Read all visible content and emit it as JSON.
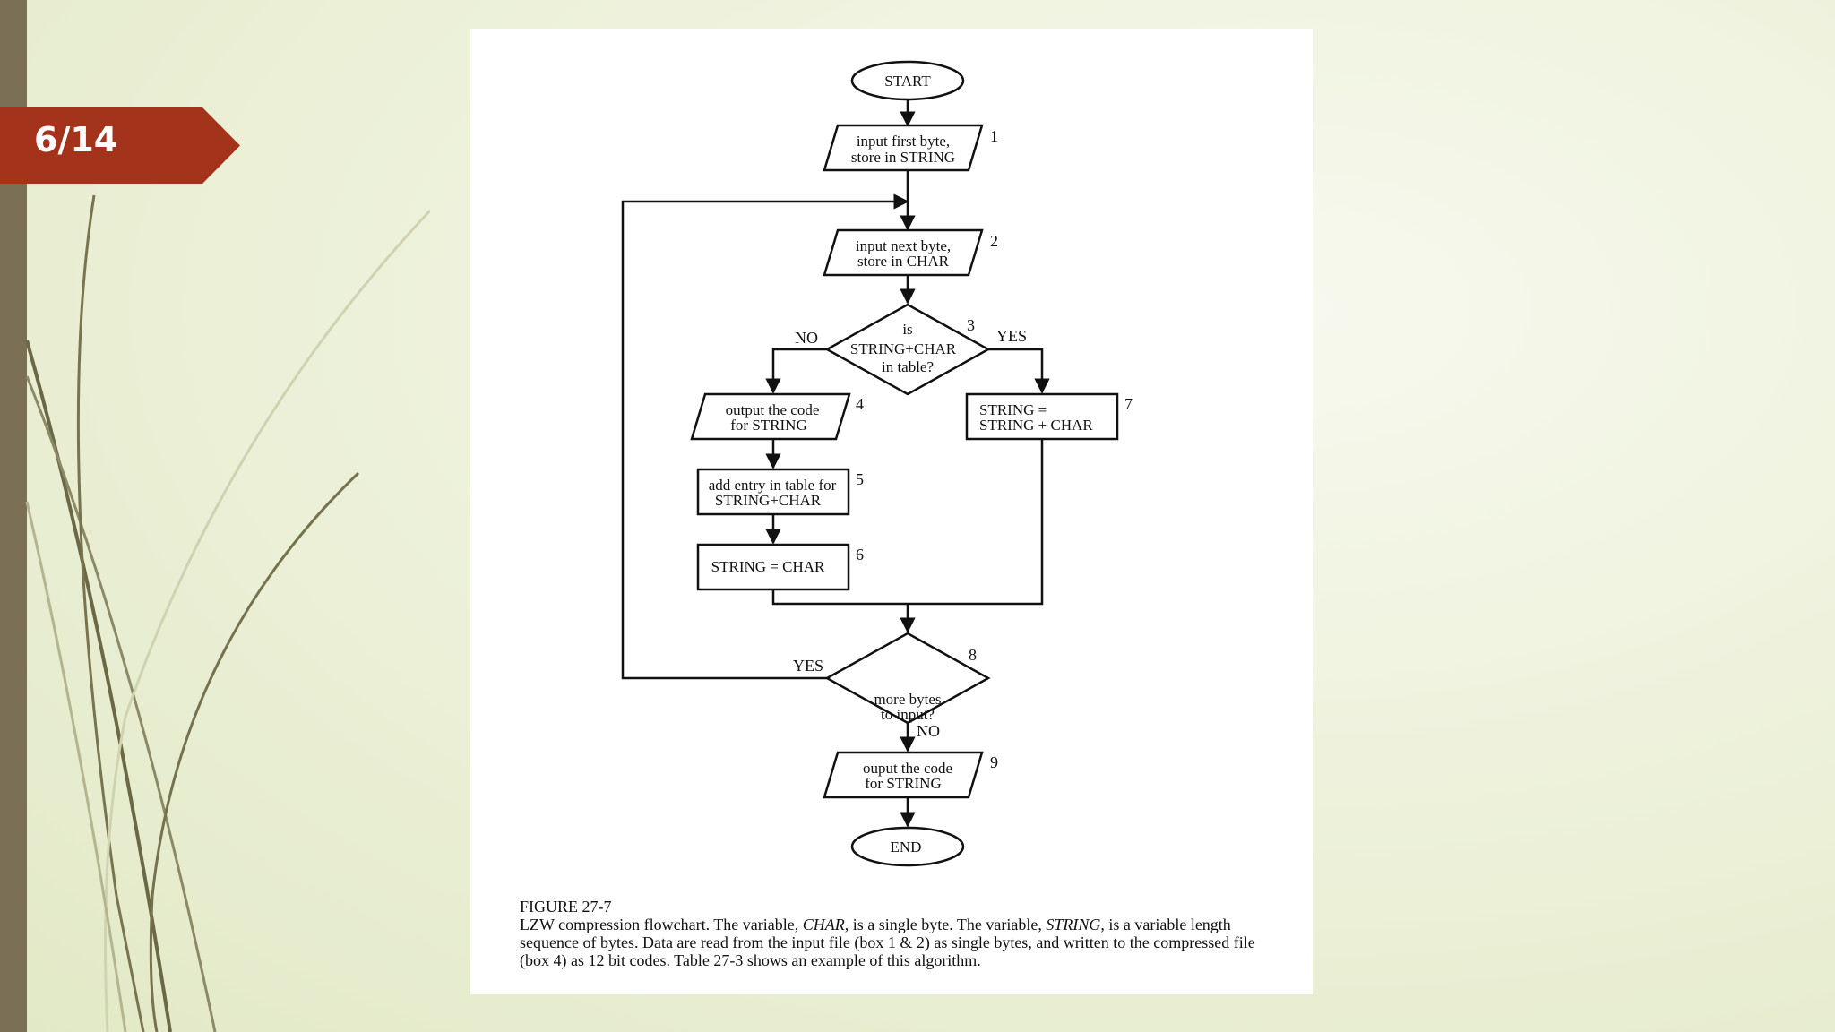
{
  "slide": {
    "page_indicator": "6/14",
    "accent_color": "#a3331a",
    "sidebar_color": "#7b6f55"
  },
  "flowchart": {
    "start": "START",
    "end": "END",
    "steps": [
      {
        "num": "1",
        "lines": [
          "input first byte,",
          "store in STRING"
        ]
      },
      {
        "num": "2",
        "lines": [
          "input next byte,",
          "store in CHAR"
        ]
      },
      {
        "num": "3",
        "lines": [
          "is",
          "STRING+CHAR",
          "in table?"
        ]
      },
      {
        "num": "4",
        "lines": [
          "output the code",
          "for STRING"
        ]
      },
      {
        "num": "5",
        "lines": [
          "add entry in table for",
          "STRING+CHAR"
        ]
      },
      {
        "num": "6",
        "lines": [
          "STRING = CHAR"
        ]
      },
      {
        "num": "7",
        "lines": [
          "STRING =",
          "STRING + CHAR"
        ]
      },
      {
        "num": "8",
        "lines": [
          "more bytes",
          "to input?"
        ]
      },
      {
        "num": "9",
        "lines": [
          "ouput the code",
          "for STRING"
        ]
      }
    ],
    "branch_labels": {
      "d3_no": "NO",
      "d3_yes": "YES",
      "d8_yes": "YES",
      "d8_no": "NO"
    }
  },
  "caption": {
    "figure_label": "FIGURE 27-7",
    "text_before_char": "LZW compression flowchart.  The variable, ",
    "char_var": "CHAR",
    "text_middle": ", is a single byte.  The variable, ",
    "string_var": "STRING",
    "text_after": ", is a variable length sequence of bytes.  Data are read from the input file (box 1 & 2) as single bytes, and written to the compressed file (box 4) as 12 bit codes.  Table 27-3 shows an example of this algorithm."
  }
}
